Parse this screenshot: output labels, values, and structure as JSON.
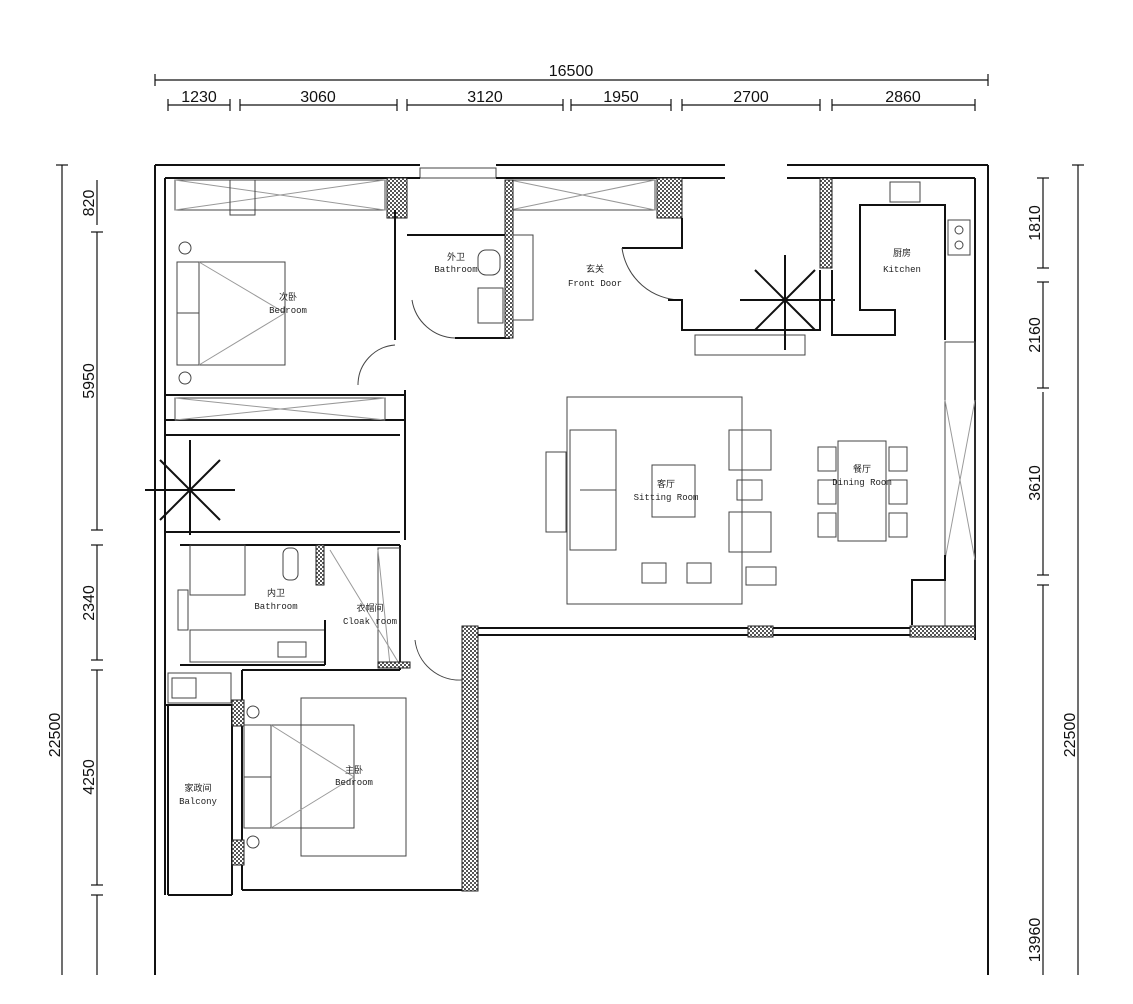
{
  "dimensions": {
    "top_total": "16500",
    "top_segments": [
      "1230",
      "3060",
      "3120",
      "1950",
      "2700",
      "2860"
    ],
    "left_total": "22500",
    "left_segments": [
      "820",
      "5950",
      "2340",
      "4250"
    ],
    "right_total": "22500",
    "right_segments": [
      "1810",
      "2160",
      "3610",
      "13960"
    ]
  },
  "rooms": {
    "second_bedroom": {
      "zh": "次卧",
      "en": "Bedroom"
    },
    "guest_bathroom": {
      "zh": "外卫",
      "en": "Bathroom"
    },
    "front_door": {
      "zh": "玄关",
      "en": "Front Door"
    },
    "kitchen": {
      "zh": "厨房",
      "en": "Kitchen"
    },
    "sitting_room": {
      "zh": "客厅",
      "en": "Sitting Room"
    },
    "dining_room": {
      "zh": "餐厅",
      "en": "Dining Room"
    },
    "inner_bathroom": {
      "zh": "内卫",
      "en": "Bathroom"
    },
    "cloak_room": {
      "zh": "衣帽间",
      "en": "Cloak room"
    },
    "master_bedroom": {
      "zh": "主卧",
      "en": "Bedroom"
    },
    "balcony": {
      "zh": "家政间",
      "en": "Balcony"
    }
  }
}
